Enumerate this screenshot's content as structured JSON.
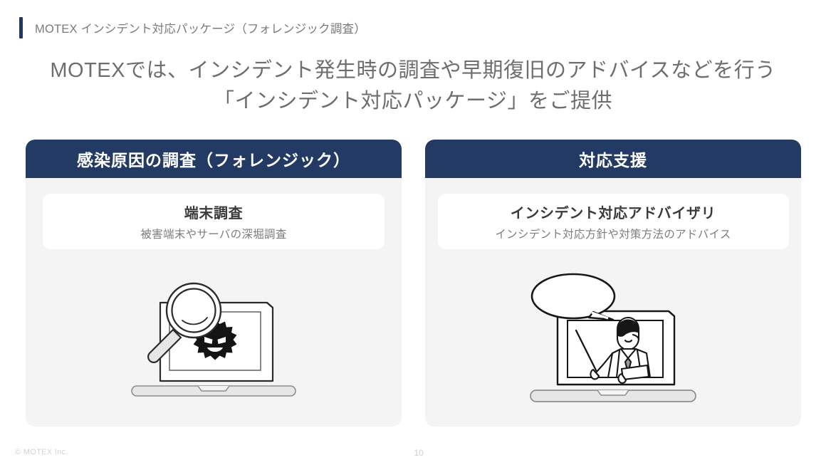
{
  "slide": {
    "header_title": "MOTEX インシデント対応パッケージ（フォレンジック調査）",
    "headline_line1": "MOTEXでは、インシデント発生時の調査や早期復旧のアドバイスなどを行う",
    "headline_line2": "「インシデント対応パッケージ」をご提供",
    "accent_color": "#1F3864"
  },
  "cards": [
    {
      "header": "感染原因の調査（フォレンジック）",
      "header_bg": "#233A65",
      "body_bg": "#F4F4F4",
      "inner_title": "端末調査",
      "inner_subtitle": "被害端末やサーバの深堀調査",
      "illustration": "magnifier-laptop-virus-icon"
    },
    {
      "header": "対応支援",
      "header_bg": "#233A65",
      "body_bg": "#F4F4F4",
      "inner_title": "インシデント対応アドバイザリ",
      "inner_subtitle": "インシデント対応方針や対策方法のアドバイス",
      "illustration": "advisor-laptop-speech-icon"
    }
  ],
  "footer": {
    "copyright": "© MOTEX Inc.",
    "page_number": "10"
  }
}
